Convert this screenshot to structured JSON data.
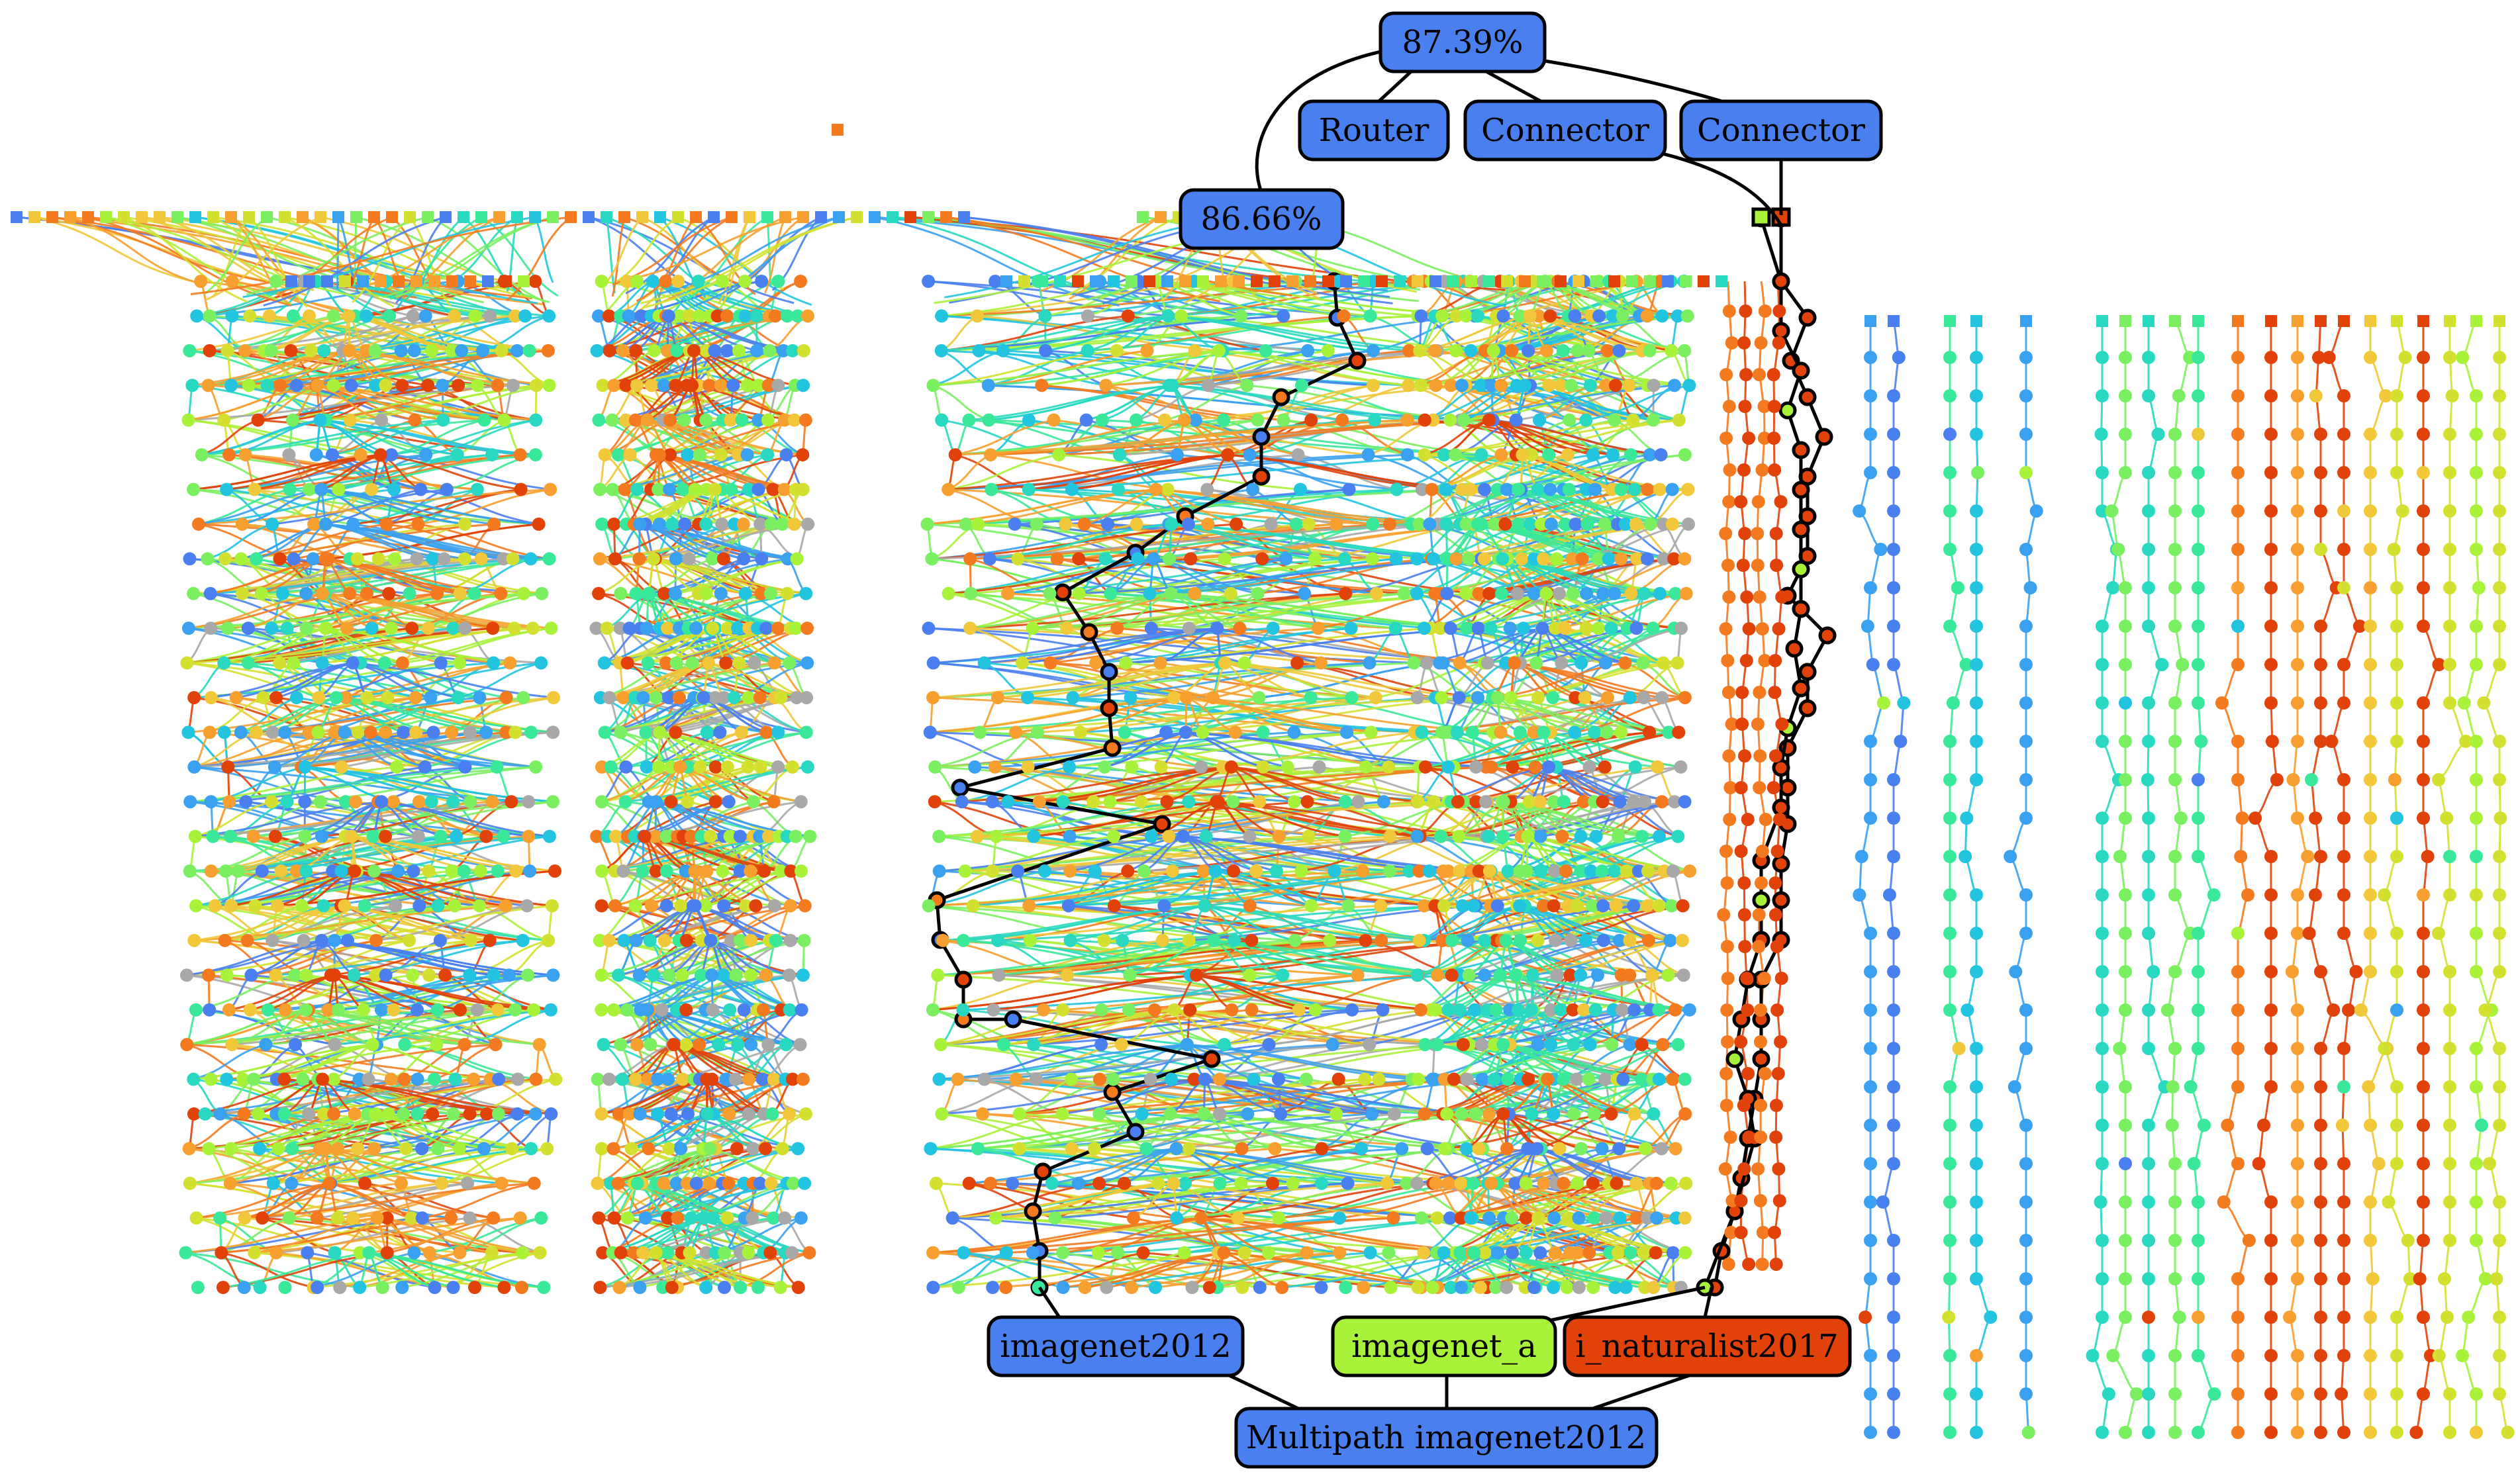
{
  "labels": {
    "top_score": "87.39%",
    "router": "Router",
    "connector_1": "Connector",
    "connector_2": "Connector",
    "mid_score": "86.66%",
    "imagenet2012": "imagenet2012",
    "imagenet_a": "imagenet_a",
    "i_naturalist2017": "i_naturalist2017",
    "multipath": "Multipath imagenet2012"
  },
  "colors": {
    "blue": "#4a7ff0",
    "lime": "#a8f23a",
    "red_orange": "#e0420a",
    "edge": "#000000",
    "gray": "#a8a8a8",
    "palette": [
      "#4a7ff0",
      "#3aa0f0",
      "#22c4e0",
      "#28d8c0",
      "#3ae89a",
      "#7af060",
      "#a8f23a",
      "#d4e030",
      "#f0c83a",
      "#f7a030",
      "#f47a20",
      "#e0420a"
    ]
  }
}
